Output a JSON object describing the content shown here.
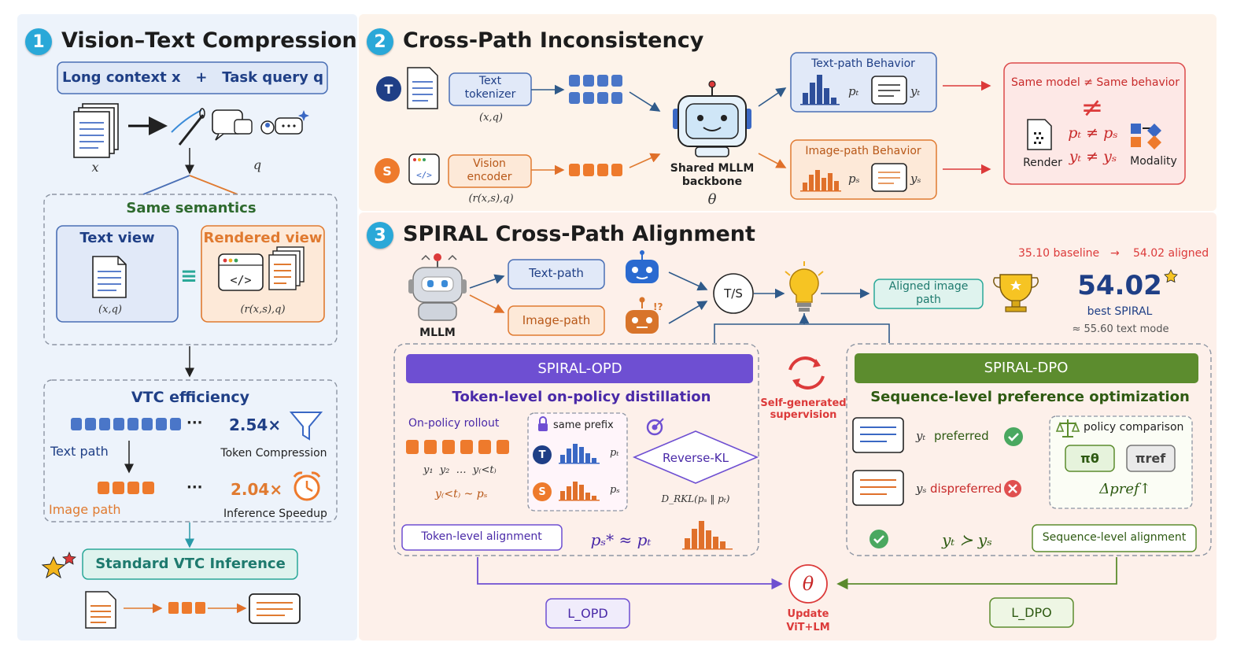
{
  "panel1": {
    "number": "1",
    "title": "Vision–Text Compression",
    "input_box": "Long context x   +   Task query q",
    "x_label": "x",
    "q_label": "q",
    "same_semantics": "Same semantics",
    "text_view": "Text view",
    "text_view_sub": "(x,q)",
    "rendered_view": "Rendered view",
    "rendered_view_sub": "(r(x,s),q)",
    "equiv": "≡",
    "vtc_efficiency": "VTC efficiency",
    "text_path": "Text path",
    "image_path": "Image path",
    "dots": "···",
    "token_ratio": "2.54×",
    "token_compression": "Token Compression",
    "speed_ratio": "2.04×",
    "inference_speedup": "Inference Speedup",
    "standard_inference": "Standard VTC Inference"
  },
  "panel2": {
    "number": "2",
    "title": "Cross-Path Inconsistency",
    "t_badge": "T",
    "s_badge": "S",
    "text_tokenizer": "Text tokenizer",
    "text_tok_sub": "(x,q)",
    "vision_encoder": "Vision encoder",
    "vision_enc_sub": "(r(x,s),q)",
    "backbone_l1": "Shared MLLM",
    "backbone_l2": "backbone",
    "theta": "θ",
    "text_behavior": "Text-path Behavior",
    "image_behavior": "Image-path Behavior",
    "pt": "pₜ",
    "yt": "yₜ",
    "ps": "pₛ",
    "ys": "yₛ",
    "same_model": "Same model ≠ Same behavior",
    "neq": "≠",
    "pt_neq_ps": "pₜ ≠ pₛ",
    "yt_neq_ys": "yₜ ≠ yₛ",
    "render": "Render",
    "modality": "Modality"
  },
  "panel3": {
    "number": "3",
    "title": "SPIRAL Cross-Path Alignment",
    "mllm": "MLLM",
    "text_path": "Text-path",
    "image_path": "Image-path",
    "ts": "T/S",
    "aligned": "Aligned image path",
    "baseline_l": "35.10 baseline",
    "arrow": "→",
    "baseline_r": "54.02 aligned",
    "score": "54.02",
    "best": "best SPIRAL",
    "text_mode": "≈ 55.60 text mode",
    "opd_title": "SPIRAL-OPD",
    "opd_sub": "Token-level on-policy distillation",
    "rollout": "On-policy rollout",
    "seq": "y₁  y₂  …  y₍<t₎",
    "prefix_sample": "y₍<t₎ ~ pₛ",
    "same_prefix": "same prefix",
    "t_badge": "T",
    "s_badge": "S",
    "pt": "pₜ",
    "ps": "pₛ",
    "reverse_kl": "Reverse-KL",
    "drkl": "D_RKL(pₛ ‖ pₜ)",
    "token_align": "Token-level alignment",
    "ps_approx": "pₛ* ≈ pₜ",
    "self_gen_l1": "Self-generated",
    "self_gen_l2": "supervision",
    "dpo_title": "SPIRAL-DPO",
    "dpo_sub": "Sequence-level preference optimization",
    "yt_pref_sym": "yₜ",
    "preferred": "preferred",
    "ys_dis_sym": "yₛ",
    "dispreferred": "dispreferred",
    "policy_comparison": "policy comparison",
    "pi_theta": "πθ",
    "pi_ref": "πref",
    "delta_pref": "Δpref↑",
    "yt_succ_ys": "yₜ ≻ yₛ",
    "seq_align": "Sequence-level alignment",
    "l_opd": "L_OPD",
    "l_dpo": "L_DPO",
    "update_theta": "θ",
    "update_l1": "Update",
    "update_l2": "ViT+LM"
  },
  "colors": {
    "orange": "#ee7a2c",
    "blue": "#3a68c4",
    "purple": "#6d4fd0",
    "green": "#5a8a2c",
    "red": "#dc3a3a",
    "teal": "#2aa8b8"
  }
}
